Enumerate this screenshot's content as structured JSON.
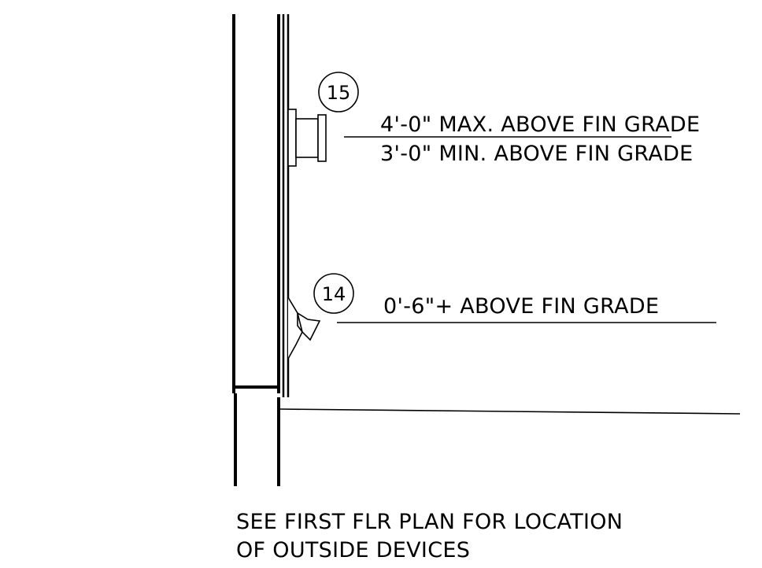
{
  "callouts": [
    {
      "tag": "15",
      "device": "wall-mounted-device",
      "notes": [
        "4'-0\" MAX. ABOVE FIN GRADE",
        "3'-0\" MIN. ABOVE FIN GRADE"
      ]
    },
    {
      "tag": "14",
      "device": "wall-outlet-device",
      "notes": [
        "0'-6\"+ ABOVE FIN GRADE"
      ]
    }
  ],
  "general_note": [
    "SEE FIRST FLR PLAN FOR LOCATION",
    "OF OUTSIDE DEVICES"
  ]
}
